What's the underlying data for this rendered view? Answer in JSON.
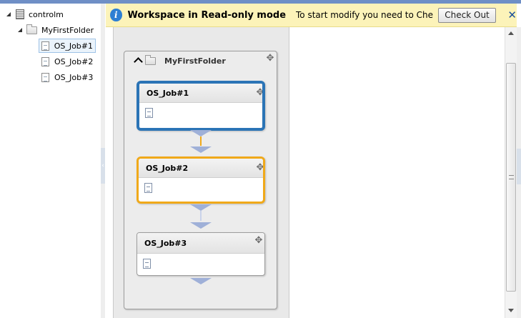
{
  "tree": {
    "root": {
      "label": "controlm"
    },
    "folder": {
      "label": "MyFirstFolder"
    },
    "jobs": [
      {
        "label": "OS_Job#1",
        "selected": true
      },
      {
        "label": "OS_Job#2",
        "selected": false
      },
      {
        "label": "OS_Job#3",
        "selected": false
      }
    ]
  },
  "notification": {
    "icon": "info-icon",
    "title": "Workspace in Read-only mode",
    "message": "To start modify you need to Check-o...",
    "button_label": "Check Out",
    "close_label": "✕"
  },
  "flow": {
    "folder": {
      "title": "MyFirstFolder"
    },
    "jobs": [
      {
        "title": "OS_Job#1",
        "state": "selected"
      },
      {
        "title": "OS_Job#2",
        "state": "highlighted"
      },
      {
        "title": "OS_Job#3",
        "state": "normal"
      }
    ]
  },
  "colors": {
    "selected_border": "#2b74b6",
    "highlight_border": "#f0a91a",
    "notification_bg": "#fcf3b9",
    "connector_arrow": "#9fb0d8"
  }
}
